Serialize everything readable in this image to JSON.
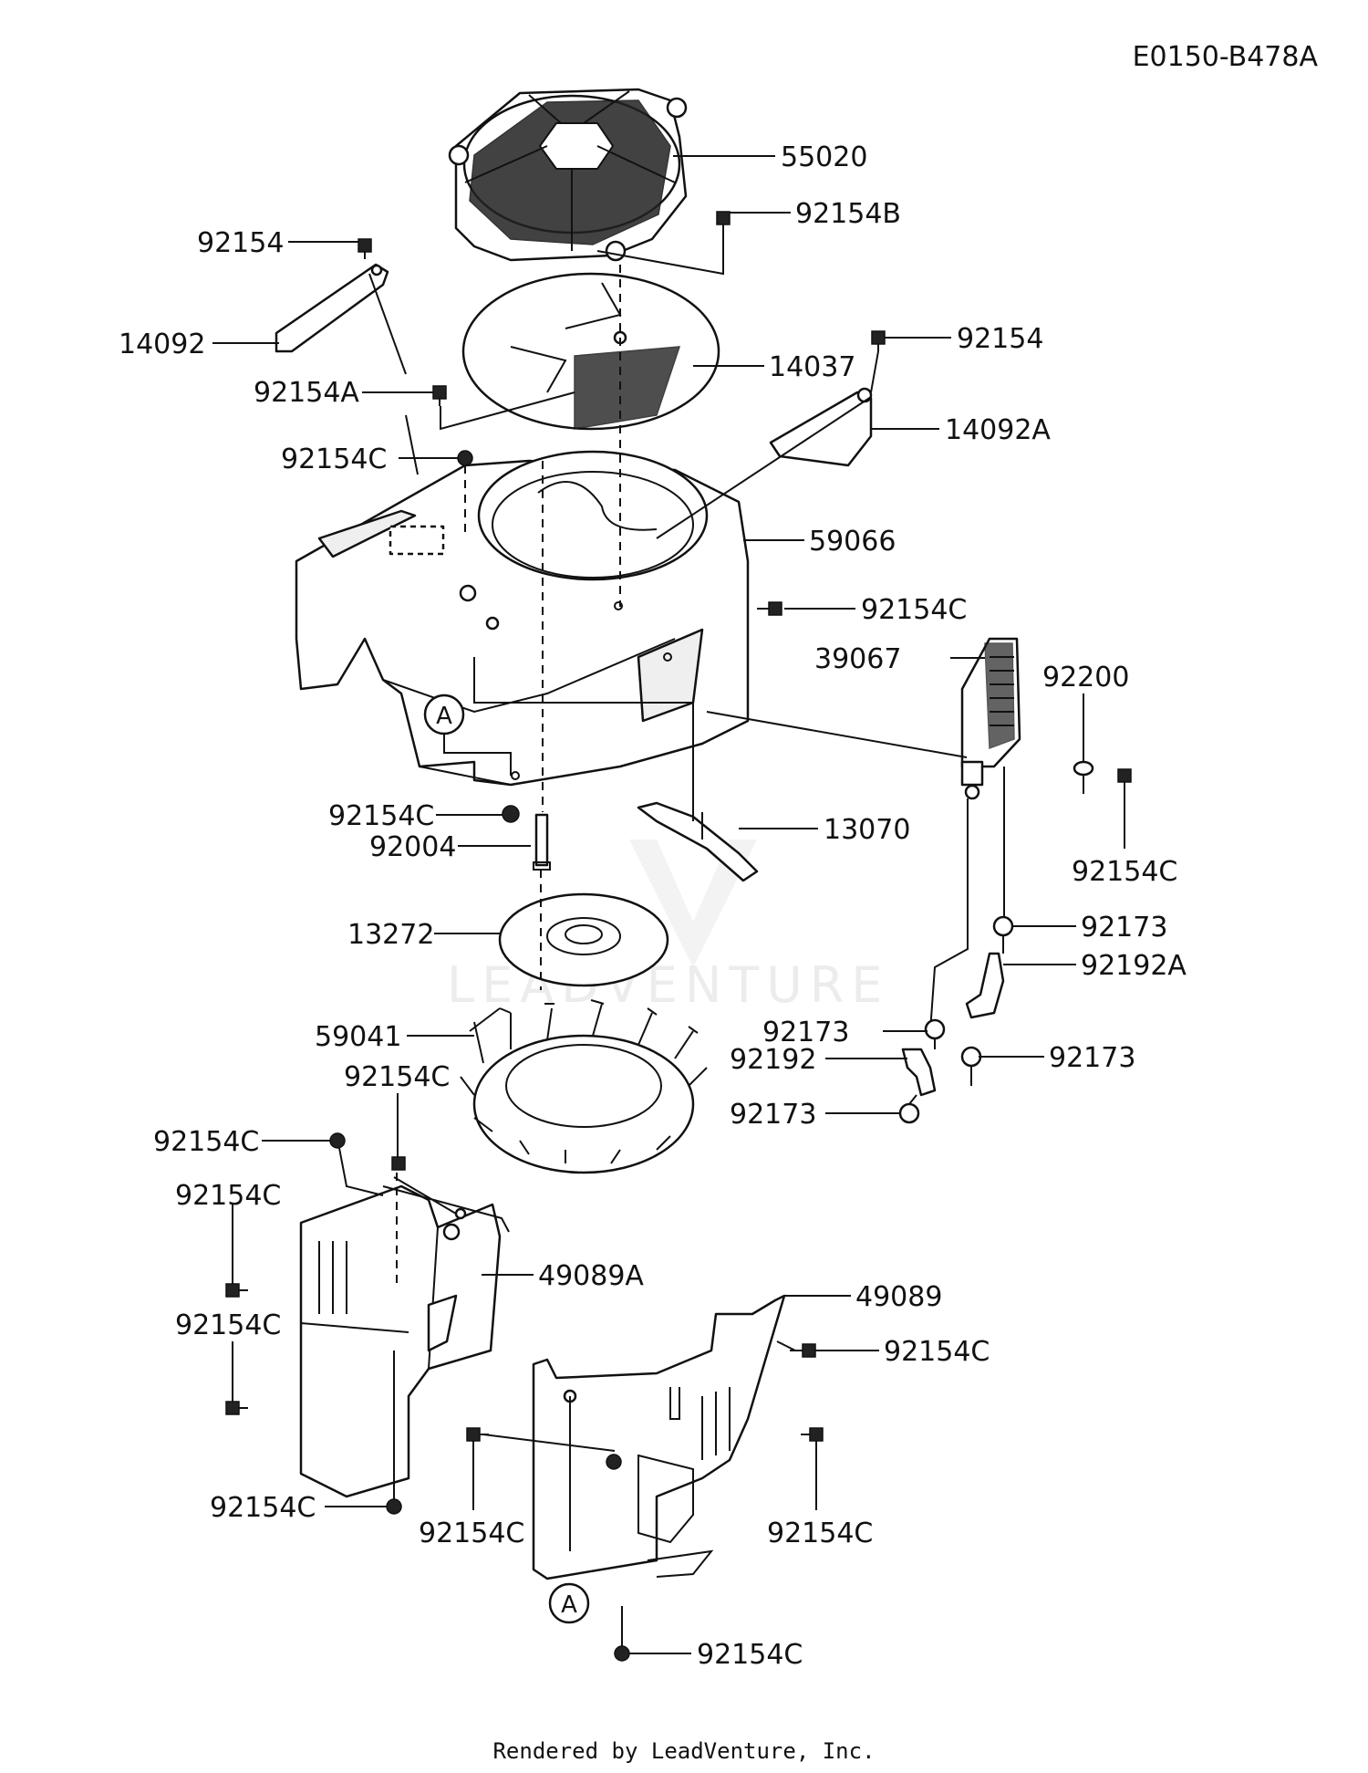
{
  "diagram_code": "E0150-B478A",
  "footer": "Rendered by LeadVenture, Inc.",
  "watermark": "LEADVENTURE",
  "reference_marker": "A",
  "labels": {
    "p55020": "55020",
    "p92154B": "92154B",
    "p92154_top": "92154",
    "p14092": "14092",
    "p92154A": "92154A",
    "p14037": "14037",
    "p92154_right": "92154",
    "p14092A": "14092A",
    "p92154C_a": "92154C",
    "p59066": "59066",
    "p92154C_b": "92154C",
    "p39067": "39067",
    "p92200": "92200",
    "p92154C_c": "92154C",
    "p92004": "92004",
    "p13070": "13070",
    "p92154C_d": "92154C",
    "p13272": "13272",
    "p92173_a": "92173",
    "p92192A": "92192A",
    "p59041": "59041",
    "p92173_b": "92173",
    "p92192": "92192",
    "p92173_c": "92173",
    "p92154C_e": "92154C",
    "p92173_d": "92173",
    "p92154C_f": "92154C",
    "p92154C_g": "92154C",
    "p49089A": "49089A",
    "p92154C_h": "92154C",
    "p49089": "49089",
    "p92154C_i": "92154C",
    "p92154C_j": "92154C",
    "p92154C_k": "92154C",
    "p92154C_l": "92154C",
    "p92154C_m": "92154C"
  }
}
